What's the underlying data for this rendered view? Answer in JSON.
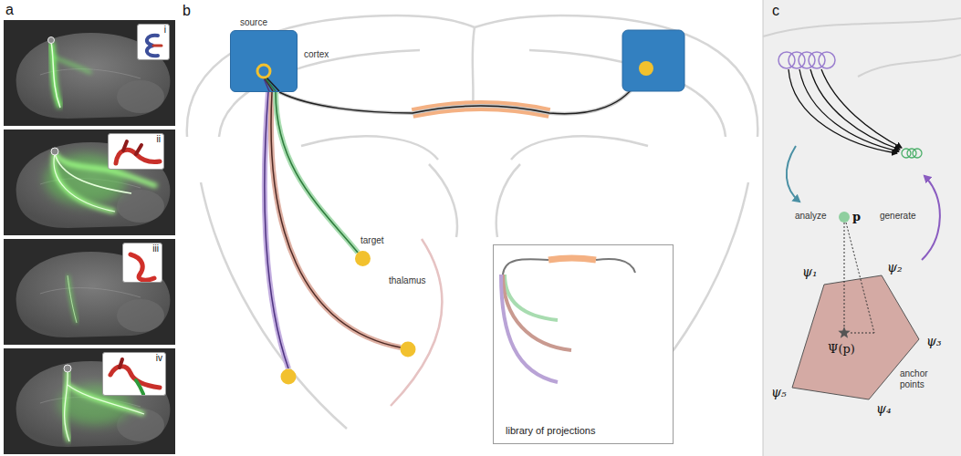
{
  "diagram": {
    "nodes": [
      {
        "text": [
          "i"
        ]
      },
      {
        "text": [
          "ii"
        ]
      },
      {
        "text": [
          "iii"
        ]
      },
      {
        "text": [
          "iv"
        ]
      },
      {
        "text": [
          "source"
        ]
      },
      {
        "text": [
          "target"
        ]
      },
      {
        "text": [
          "library of projections"
        ]
      }
    ],
    "edges": [
      {
        "from": 4,
        "to": 5,
        "arrow": "none"
      }
    ],
    "labels": [
      "a",
      "b",
      "c",
      "cortex",
      "thalamus",
      "analyze",
      "generate",
      "p",
      "Ψ(p)",
      "ψ₁",
      "ψ₂",
      "ψ₃",
      "ψ₄",
      "ψ₅",
      "anchor points"
    ]
  }
}
